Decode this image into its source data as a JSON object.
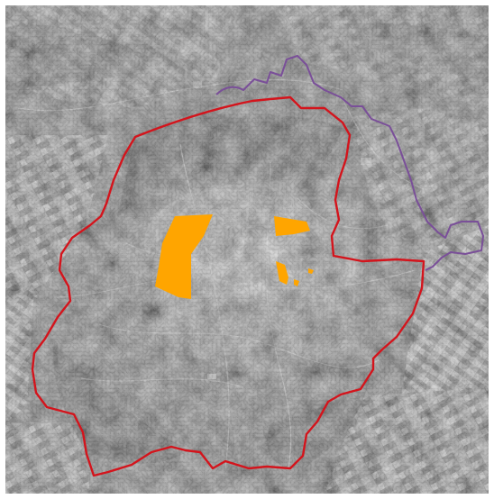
{
  "map": {
    "style": "grayscale aerial photograph",
    "colors": {
      "main_boundary": "#d4141c",
      "secondary_boundary": "#7a4f99",
      "highlight_areas": "#ffa500",
      "photo_base": "#7d7d7d"
    },
    "layers": [
      {
        "name": "main-boundary",
        "kind": "red closed outline"
      },
      {
        "name": "secondary-boundary",
        "kind": "purple outline along north-east edge"
      },
      {
        "name": "highlight-areas",
        "kind": "orange filled polygons",
        "count": 5
      }
    ]
  }
}
